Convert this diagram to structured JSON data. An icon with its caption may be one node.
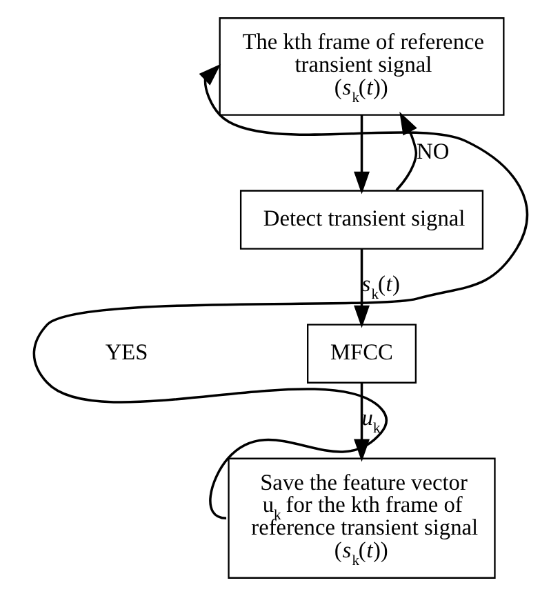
{
  "diagram": {
    "nodes": [
      {
        "text": [
          "The kth frame of reference transient signal (*s*$_{k}$(*t*))"
        ]
      },
      {
        "text": [
          "Detect transient signal"
        ]
      },
      {
        "text": [
          "MFCC"
        ]
      },
      {
        "text": [
          "Save the feature vector u$_{k}$ for the kth frame of reference transient signal (*s*$_{k}$(*t*))"
        ]
      }
    ],
    "edges": [
      {
        "from": 0,
        "to": 1,
        "arrow": "to"
      },
      {
        "from": 1,
        "to": 2,
        "arrow": "to",
        "label": "*s*$_{k}$(*t*)"
      },
      {
        "from": 2,
        "to": 3,
        "arrow": "to",
        "label": "*u*$_{k}$"
      },
      {
        "from": 3,
        "to": 0,
        "arrow": "to"
      },
      {
        "from": 1,
        "to": 0,
        "arrow": "to",
        "label": "NO"
      }
    ],
    "labels": [
      "YES"
    ]
  }
}
